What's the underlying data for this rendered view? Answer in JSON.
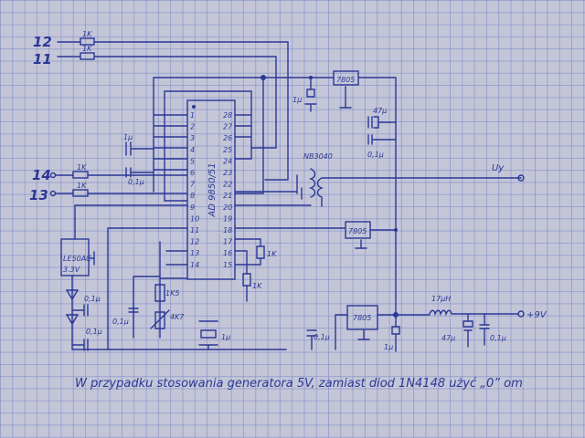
{
  "inputs": {
    "pin12": "12",
    "pin11": "11",
    "pin14": "14",
    "pin13": "13"
  },
  "resistors": {
    "r1": "1K",
    "r2": "1K",
    "r3": "1K",
    "r4": "1K",
    "r5": "1K",
    "r6": "1K",
    "r7": "1K5",
    "pot": "4K7"
  },
  "capacitors": {
    "c_1u_a": "1µ",
    "c_01_a": "0,1µ",
    "c_1u_top": "1µ",
    "c_47u_top": "47µ",
    "c_01_top": "0,1µ",
    "c_01_reg1": "0,1µ",
    "c_01_reg2": "0,1µ",
    "c_01_pot": "0,1µ",
    "c_1u_bottom": "1µ",
    "c_01_bottom": "0,1µ",
    "c_1u_out": "1µ",
    "c_47u_out": "47µ",
    "c_01_out": "0,1µ"
  },
  "ic": {
    "name": "AD 9850/51",
    "left_pins": [
      "1",
      "2",
      "3",
      "4",
      "5",
      "6",
      "7",
      "8",
      "9",
      "10",
      "11",
      "12",
      "13",
      "14"
    ],
    "right_pins": [
      "28",
      "27",
      "26",
      "25",
      "24",
      "23",
      "22",
      "21",
      "20",
      "19",
      "18",
      "17",
      "16",
      "15"
    ]
  },
  "regulators": {
    "top": "7805",
    "middle": "7805",
    "bottom": "7805",
    "ldo_name": "LE50AC",
    "ldo_voltage": "3.3V"
  },
  "transformer": "NB3040",
  "output_label": "Uy",
  "inductor": "17µH",
  "supply": "+9V",
  "note": "W przypadku stosowania generatora 5V, zamiast diod 1N4148 użyć „0” om"
}
